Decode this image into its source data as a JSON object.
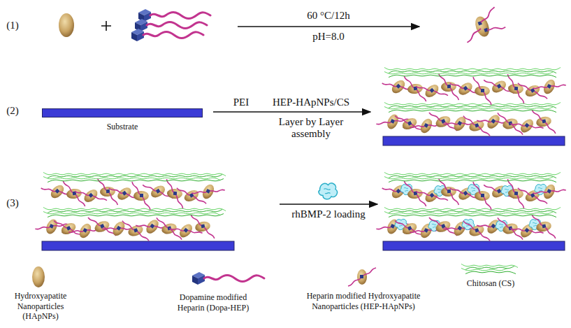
{
  "diagram": {
    "nodes": [
      {
        "text": [
          "Substrate"
        ]
      }
    ],
    "labels": [
      "(1)",
      "60 °C/12h",
      "pH=8.0",
      "(2)",
      "PEI",
      "HEP-HApNPs/CS",
      "Layer by Layer assembly",
      "(3)",
      "rhBMP-2 loading"
    ],
    "legend": [
      {
        "text": "Hydroxyapatite Nanoparticles (HApNPs)"
      },
      {
        "text": "Dopamine modified Heparin (Dopa-HEP)"
      },
      {
        "text": "Heparin modified Hydroxyapatite Nanoparticles (HEP-HApNPs)"
      },
      {
        "text": "Chitosan (CS)"
      }
    ]
  }
}
